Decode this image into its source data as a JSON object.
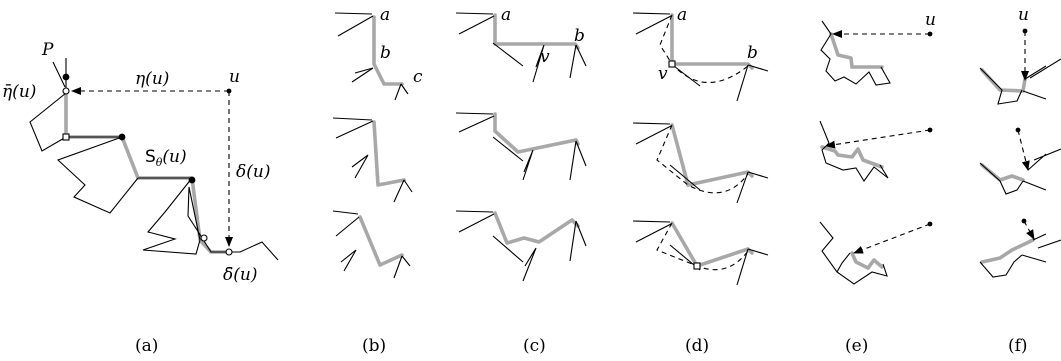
{
  "labels": {
    "a": {
      "P": "P",
      "u": "u",
      "eta": "η(u)",
      "eta_bar": "η̄(u)",
      "s_theta": "S",
      "s_theta_sub": "θ",
      "s_theta_arg": "(u)",
      "delta": "δ(u)",
      "delta_bar": "δ̄(u)"
    },
    "b": {
      "a": "a",
      "b": "b",
      "c": "c"
    },
    "c": {
      "a": "a",
      "b": "b",
      "v": "v"
    },
    "d": {
      "a": "a",
      "b": "b",
      "v": "v"
    },
    "e": {
      "u": "u"
    },
    "f": {
      "u": "u"
    }
  },
  "captions": [
    "(a)",
    "(b)",
    "(c)",
    "(d)",
    "(e)",
    "(f)"
  ]
}
